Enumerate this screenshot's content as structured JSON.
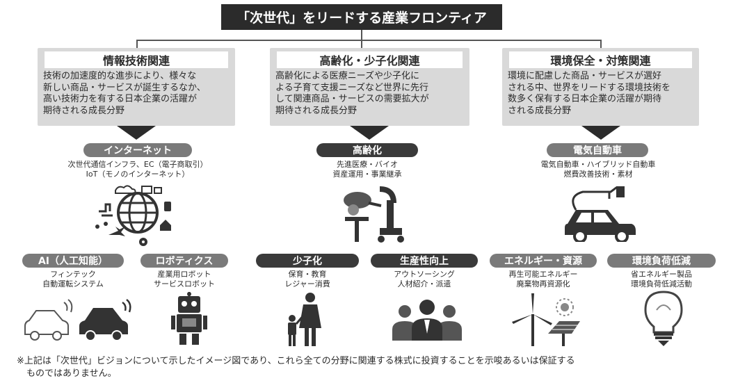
{
  "title": "「次世代」をリードする産業フロンティア",
  "categories": [
    {
      "title": "情報技術関連",
      "desc": [
        "技術の加速度的な進歩により、様々な",
        "新しい商品・サービスが誕生するなか、",
        "高い技術力を有する日本企業の活躍が",
        "期待される成長分野"
      ]
    },
    {
      "title": "高齢化・少子化関連",
      "desc": [
        "高齢化による医療ニーズや少子化に",
        "よる子育て支援ニーズなど世界に先行",
        "して関連商品・サービスの需要拡大が",
        "期待される成長分野"
      ]
    },
    {
      "title": "環境保全・対策関連",
      "desc": [
        "環境に配慮した商品・サービスが選好",
        "される中、世界をリードする環境技術を",
        "数多く保有する日本企業の活躍が期待",
        "される成長分野"
      ]
    }
  ],
  "main_topics": [
    {
      "label": "インターネット",
      "sub": [
        "次世代通信インフラ、EC（電子商取引）",
        "IoT（モノのインターネット）"
      ],
      "icon": "internet-globe-icon"
    },
    {
      "label": "高齢化",
      "sub": [
        "先進医療・バイオ",
        "資産運用・事業継承"
      ],
      "icon": "medical-robot-icon"
    },
    {
      "label": "電気自動車",
      "sub": [
        "電気自動車・ハイブリッド自動車",
        "燃費改善技術・素材"
      ],
      "icon": "electric-car-icon"
    }
  ],
  "sub_topics": [
    {
      "label": "AI（人工知能）",
      "sub": [
        "フィンテック",
        "自動運転システム"
      ],
      "icon": "connected-cars-icon"
    },
    {
      "label": "ロボティクス",
      "sub": [
        "産業用ロボット",
        "サービスロボット"
      ],
      "icon": "robot-icon"
    },
    {
      "label": "少子化",
      "sub": [
        "保育・教育",
        "レジャー消費"
      ],
      "icon": "parent-child-icon"
    },
    {
      "label": "生産性向上",
      "sub": [
        "アウトソーシング",
        "人材紹介・派遣"
      ],
      "icon": "business-people-icon"
    },
    {
      "label": "エネルギー・資源",
      "sub": [
        "再生可能エネルギー",
        "廃棄物再資源化"
      ],
      "icon": "wind-solar-icon"
    },
    {
      "label": "環境負荷低減",
      "sub": [
        "省エネルギー製品",
        "環境負荷低減活動"
      ],
      "icon": "led-bulb-icon"
    }
  ],
  "note": [
    "※上記は「次世代」ビジョンについて示したイメージ図であり、これら全ての分野に関連する株式に投資することを示唆あるいは保証する",
    "ものではありません。"
  ]
}
